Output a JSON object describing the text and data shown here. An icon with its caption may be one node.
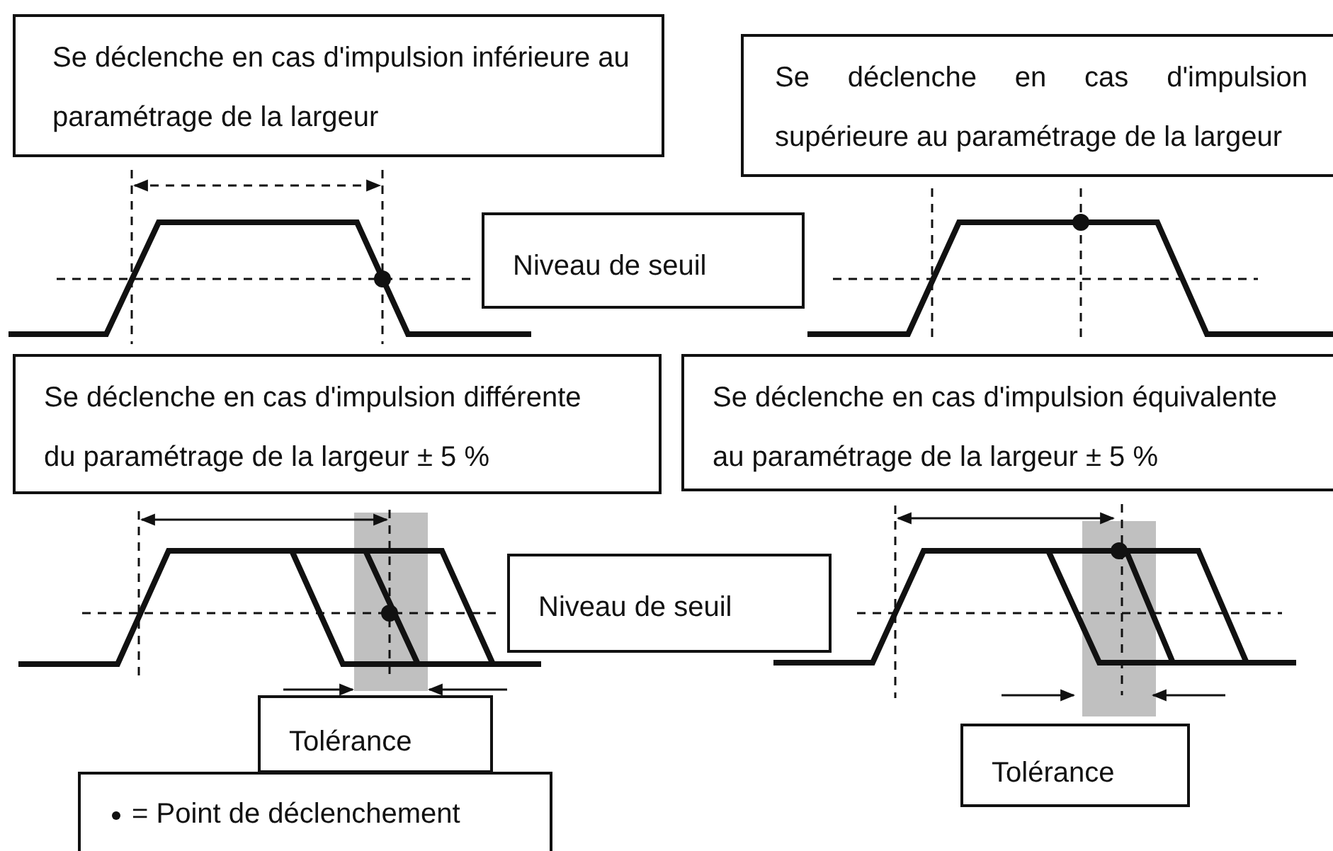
{
  "diagram": {
    "nodes": [
      {
        "text": [
          "Se déclenche en cas d'impulsion inférieure au paramétrage de la largeur"
        ]
      },
      {
        "text": [
          "Se déclenche en cas d'impulsion supérieure au paramétrage de la largeur"
        ]
      },
      {
        "text": [
          "Niveau de seuil"
        ]
      },
      {
        "text": [
          "Se déclenche en cas d'impulsion différente du paramétrage de la largeur ± 5 %"
        ]
      },
      {
        "text": [
          "Se déclenche en cas d'impulsion équivalente au paramétrage de la largeur ± 5 %"
        ]
      },
      {
        "text": [
          "Niveau de seuil"
        ]
      },
      {
        "text": [
          "Tolérance"
        ]
      },
      {
        "text": [
          "Tolérance"
        ]
      }
    ],
    "edges": [],
    "legend": [
      {
        "text": "= Point de déclenchement"
      }
    ]
  }
}
